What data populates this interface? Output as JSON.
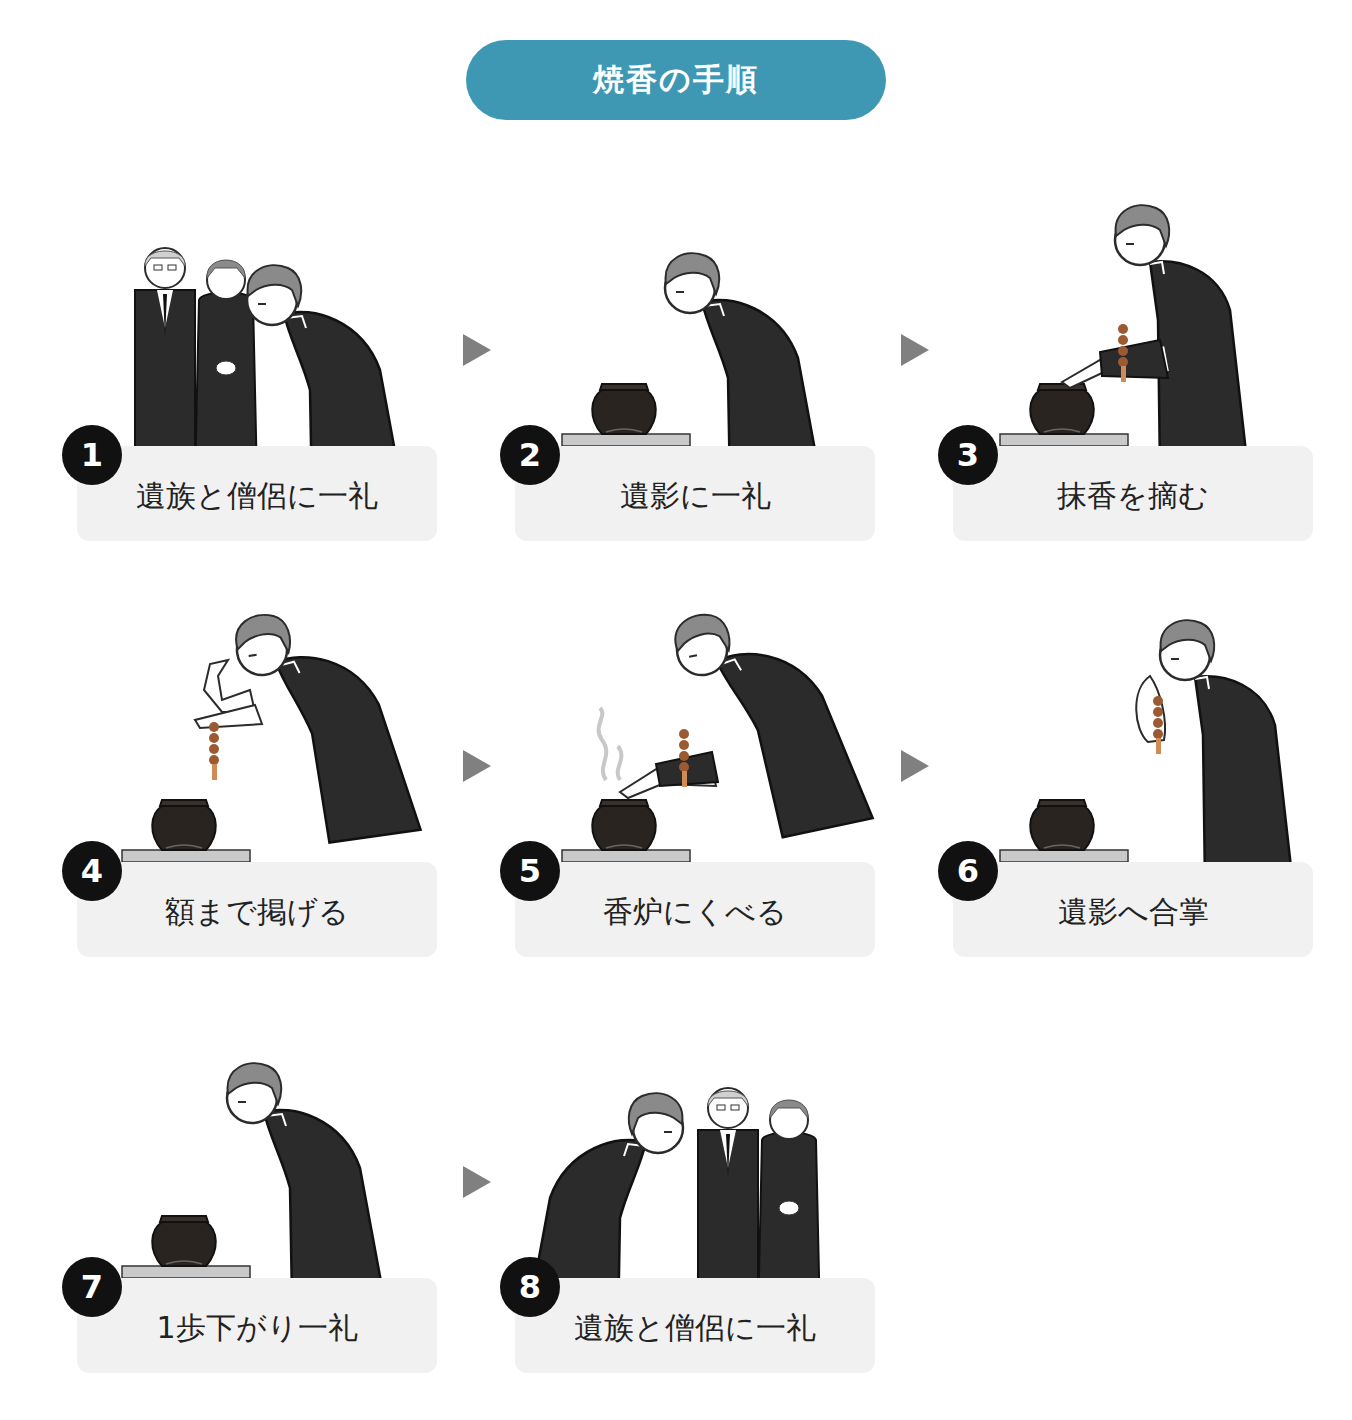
{
  "diagram": {
    "title": "焼香の手順",
    "nodes": [
      {
        "text": [
          "遺族と僧侶に一礼"
        ]
      },
      {
        "text": [
          "遺影に一礼"
        ]
      },
      {
        "text": [
          "抹香を摘む"
        ]
      },
      {
        "text": [
          "額まで掲げる"
        ]
      },
      {
        "text": [
          "香炉にくべる"
        ]
      },
      {
        "text": [
          "遺影へ合掌"
        ]
      },
      {
        "text": [
          "1歩下がり一礼"
        ]
      },
      {
        "text": [
          "遺族と僧侶に一礼"
        ]
      }
    ],
    "edges": [
      {
        "from": 0,
        "to": 1,
        "arrow": "to"
      },
      {
        "from": 1,
        "to": 2,
        "arrow": "to"
      },
      {
        "from": 3,
        "to": 4,
        "arrow": "to"
      },
      {
        "from": 4,
        "to": 5,
        "arrow": "to"
      },
      {
        "from": 6,
        "to": 7,
        "arrow": "to"
      }
    ],
    "labels": [
      "1",
      "2",
      "3",
      "4",
      "5",
      "6",
      "7",
      "8"
    ]
  }
}
